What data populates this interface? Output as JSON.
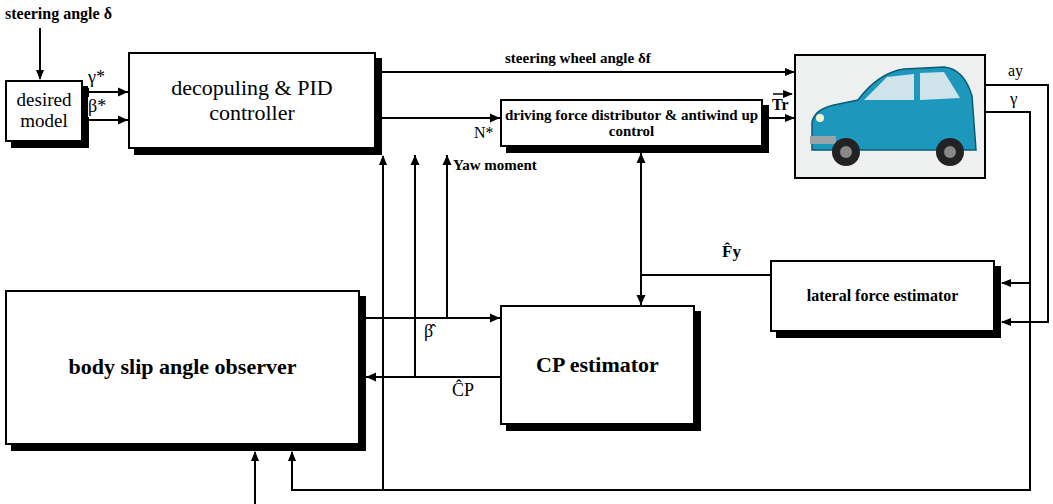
{
  "diagram": {
    "nodes": [
      {
        "text": [
          "desired model"
        ]
      },
      {
        "text": [
          "decopuling & PID controller"
        ]
      },
      {
        "text": [
          "driving force distributor & antiwind up control"
        ]
      },
      {
        "text": [
          "lateral force estimator"
        ]
      },
      {
        "text": [
          "body slip angle observer"
        ]
      },
      {
        "text": [
          "CP estimator"
        ]
      }
    ],
    "edges": [
      {
        "from": 0,
        "to": 1,
        "label": "γ*",
        "arrow": "to"
      },
      {
        "from": 0,
        "to": 1,
        "label": "β*",
        "arrow": "to"
      },
      {
        "from": 1,
        "to": 2,
        "label": "N*",
        "arrow": "to"
      },
      {
        "from": 3,
        "to": 2,
        "label": "F̂y",
        "arrow": "to"
      },
      {
        "from": 3,
        "to": 5,
        "arrow": "to"
      },
      {
        "from": 4,
        "to": 5,
        "label": "β̂",
        "arrow": "to"
      },
      {
        "from": 4,
        "to": 1,
        "arrow": "to"
      },
      {
        "from": 5,
        "to": 4,
        "label": "ĈP",
        "arrow": "to"
      },
      {
        "from": 5,
        "to": 1,
        "arrow": "to"
      }
    ],
    "labels": [
      "steering angle δ",
      "steering wheel angle δf",
      "Yaw moment",
      "Tr",
      "ay",
      "γ"
    ]
  }
}
